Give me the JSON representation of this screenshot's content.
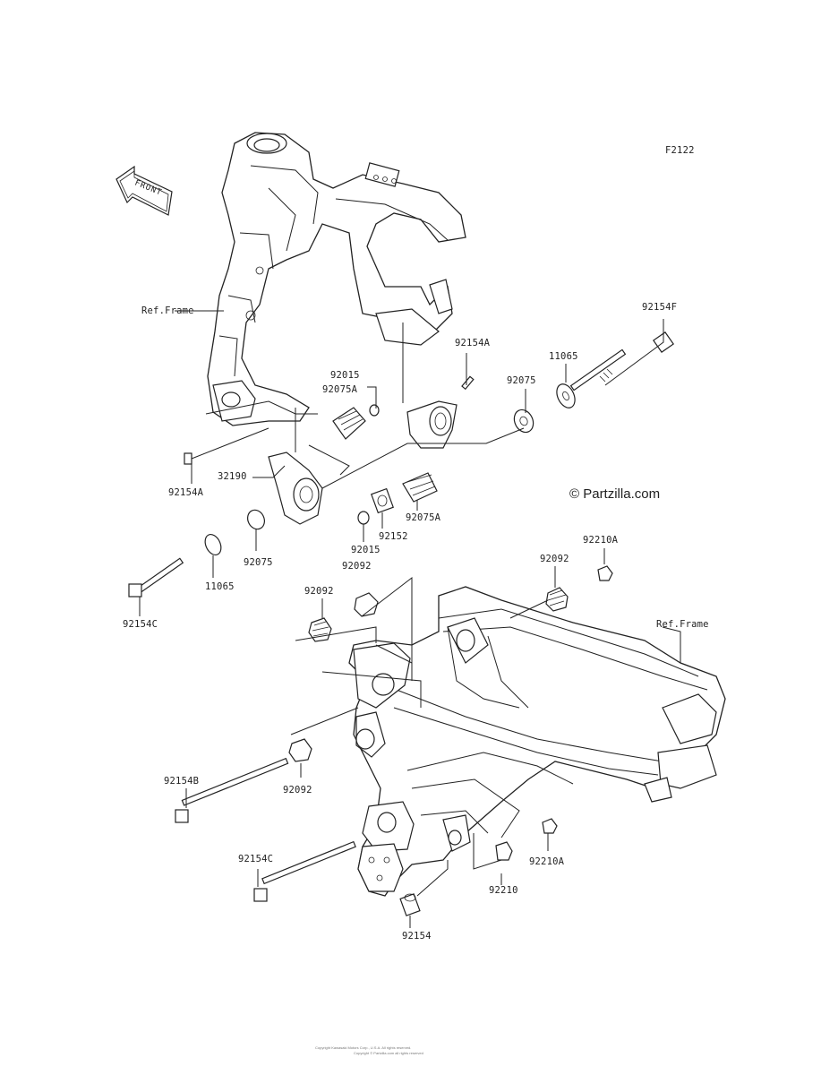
{
  "diagram_code": "F2122",
  "front_arrow_text": "FRONT",
  "watermark": "© Partzilla.com",
  "labels": {
    "ref_frame_top": "Ref.Frame",
    "ref_frame_right": "Ref.Frame",
    "p92154F": "92154F",
    "p92154A_top": "92154A",
    "p11065_top": "11065",
    "p92075_top": "92075",
    "p92015_top": "92015",
    "p92075A_top": "92075A",
    "p92154A_left": "92154A",
    "p32190": "32190",
    "p92152": "92152",
    "p92075A_mid": "92075A",
    "p92015_mid": "92015",
    "p92092_mid": "92092",
    "p92075_mid": "92075",
    "p11065_mid": "11065",
    "p92154C_top": "92154C",
    "p92092_left": "92092",
    "p92092_right": "92092",
    "p92210A_top": "92210A",
    "p92154B": "92154B",
    "p92092_lower": "92092",
    "p92154C_low": "92154C",
    "p92210A_low": "92210A",
    "p92210": "92210",
    "p92154": "92154"
  },
  "footer_line1": "Copyright Kawasaki Motors Corp., U.S.A. All rights reserved.",
  "footer_line2": "Copyright © Partzilla.com all rights reserved"
}
